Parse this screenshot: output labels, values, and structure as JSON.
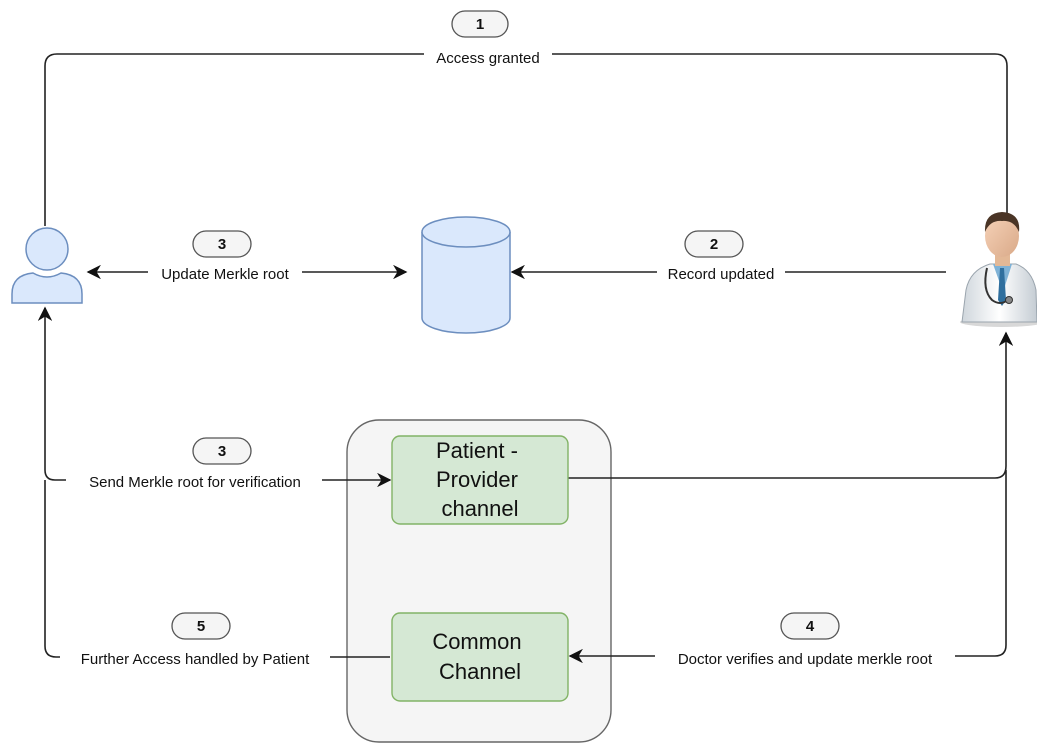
{
  "steps": {
    "access_granted": {
      "number": "1",
      "label": "Access granted"
    },
    "record_updated": {
      "number": "2",
      "label": "Record updated"
    },
    "update_merkle_root": {
      "number": "3",
      "label": "Update Merkle root"
    },
    "send_merkle_root": {
      "number": "3",
      "label": "Send Merkle root  for verification"
    },
    "doctor_verifies": {
      "number": "4",
      "label": "Doctor verifies and update merkle root"
    },
    "further_access": {
      "number": "5",
      "label": "Further Access handled by Patient"
    }
  },
  "channels": {
    "patient_provider": {
      "line1": "Patient -",
      "line2": "Provider",
      "line3": "channel"
    },
    "common": {
      "line1": "Common",
      "line2": "Channel"
    }
  },
  "icons": {
    "patient": "user-icon",
    "database": "database-icon",
    "doctor": "doctor-icon"
  },
  "colors": {
    "user_fill": "#dae8fc",
    "user_stroke": "#6c8ebf",
    "channel_fill": "#d5e8d4",
    "channel_stroke": "#82b366",
    "container_fill": "#f5f5f5",
    "container_stroke": "#666666",
    "badge_fill": "#f5f5f5"
  }
}
